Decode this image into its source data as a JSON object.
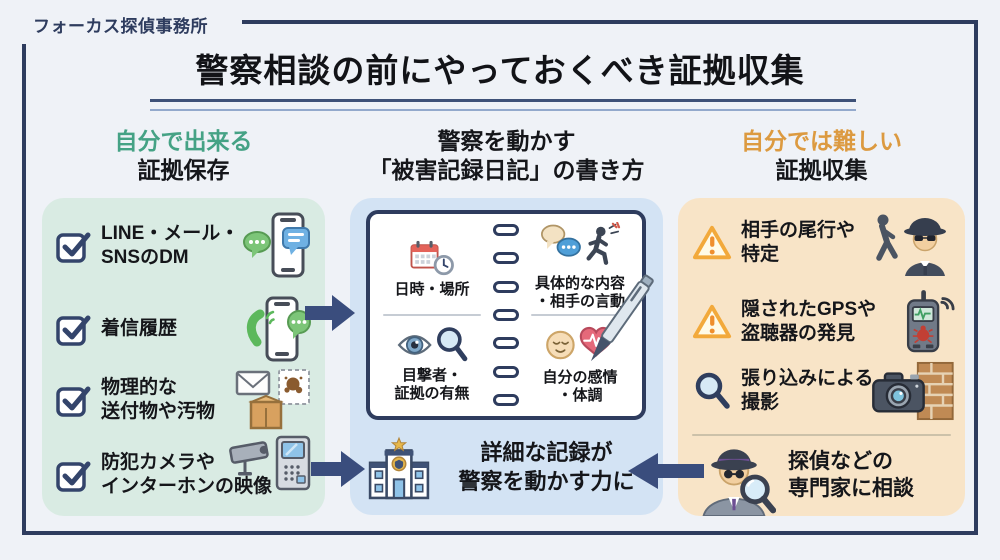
{
  "brand": "フォーカス探偵事務所",
  "title": "警察相談の前にやっておくべき証拠収集",
  "columns": {
    "left": {
      "heading_accent": "自分で出来る",
      "heading_main": "証拠保存",
      "items": [
        {
          "label": "LINE・メール・\nSNSのDM",
          "icon": "smartphone-chat"
        },
        {
          "label": "着信履歴",
          "icon": "phone-call"
        },
        {
          "label": "物理的な\n送付物や汚物",
          "icon": "mail-parcel-stain"
        },
        {
          "label": "防犯カメラや\nインターホンの映像",
          "icon": "cctv-intercom"
        }
      ]
    },
    "middle": {
      "heading_line1": "警察を動かす",
      "heading_line2": "「被害記録日記」の書き方",
      "notebook_quadrants": [
        {
          "label": "日時・場所",
          "icons": [
            "calendar",
            "clock"
          ]
        },
        {
          "label": "具体的な内容\n・相手の言動",
          "icons": [
            "speech-bubbles",
            "running-person"
          ]
        },
        {
          "label": "目撃者・\n証拠の有無",
          "icons": [
            "eye",
            "magnifier"
          ]
        },
        {
          "label": "自分の感情\n・体調",
          "icons": [
            "calm-face",
            "heart-pulse"
          ]
        }
      ],
      "conclusion": "詳細な記録が\n警察を動かす力に"
    },
    "right": {
      "heading_accent": "自分では難しい",
      "heading_main": "証拠収集",
      "items": [
        {
          "label": "相手の尾行や\n特定",
          "marker": "warning",
          "icon": "tailing-detective"
        },
        {
          "label": "隠されたGPSや\n盗聴器の発見",
          "marker": "warning",
          "icon": "bug-detector"
        },
        {
          "label": "張り込みによる\n撮影",
          "marker": "magnifier",
          "icon": "stakeout-camera"
        },
        {
          "label": "探偵などの\n専門家に相談",
          "marker": "detective-magnifier",
          "icon": ""
        }
      ]
    }
  },
  "colors": {
    "navy": "#2e3c5e",
    "arrow": "#3a4d7d",
    "green_accent": "#45a285",
    "orange_accent": "#dc9a40",
    "left_box_bg": "#d9ebe3",
    "middle_box_bg": "#d3e3f4",
    "right_box_bg": "#f8e4c7",
    "page_bg": "#eff2f7"
  }
}
